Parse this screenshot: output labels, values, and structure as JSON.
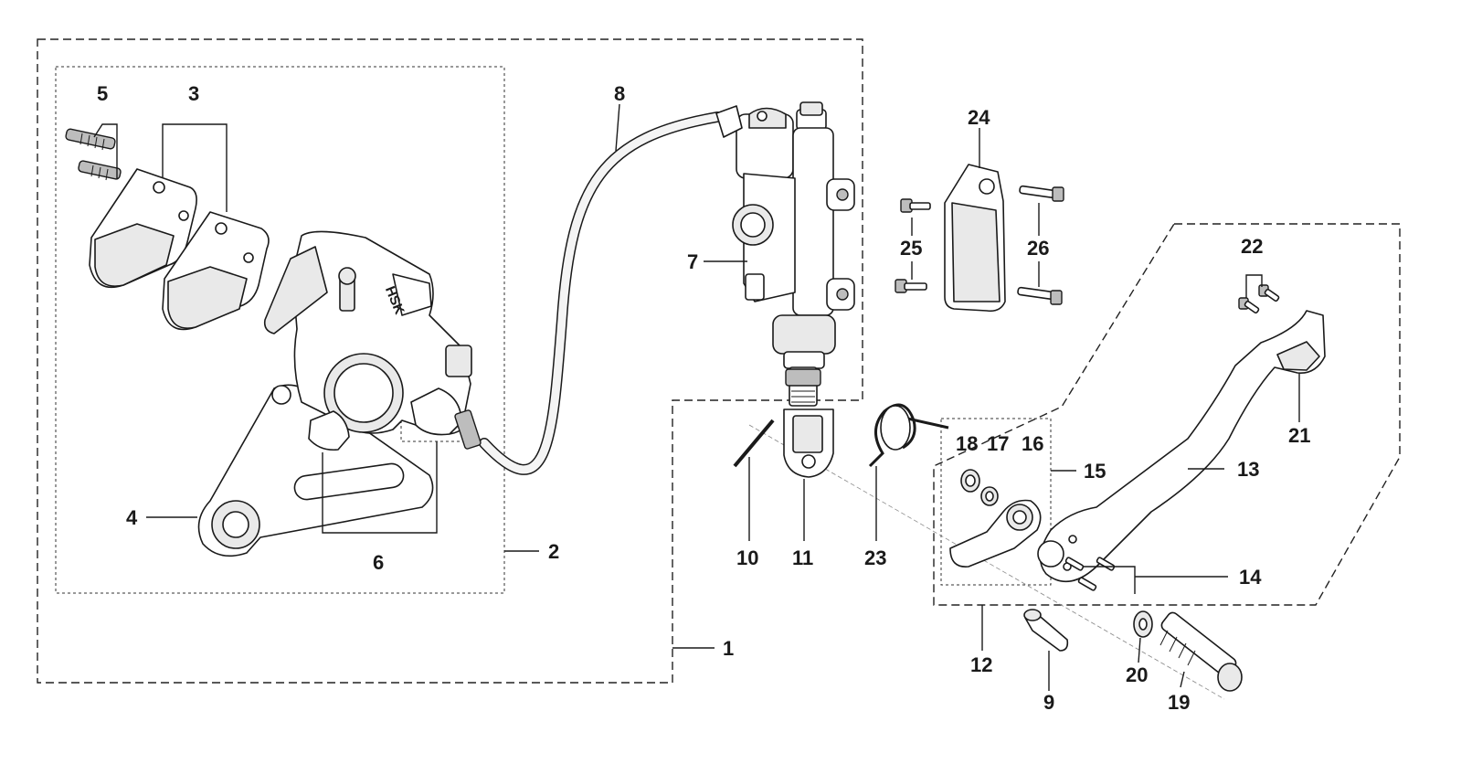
{
  "callouts": [
    {
      "id": "c1",
      "text": "1"
    },
    {
      "id": "c2",
      "text": "2"
    },
    {
      "id": "c3",
      "text": "3"
    },
    {
      "id": "c4",
      "text": "4"
    },
    {
      "id": "c5",
      "text": "5"
    },
    {
      "id": "c6",
      "text": "6"
    },
    {
      "id": "c7",
      "text": "7"
    },
    {
      "id": "c8",
      "text": "8"
    },
    {
      "id": "c9",
      "text": "9"
    },
    {
      "id": "c10",
      "text": "10"
    },
    {
      "id": "c11",
      "text": "11"
    },
    {
      "id": "c12",
      "text": "12"
    },
    {
      "id": "c13",
      "text": "13"
    },
    {
      "id": "c14",
      "text": "14"
    },
    {
      "id": "c15",
      "text": "15"
    },
    {
      "id": "c16",
      "text": "16"
    },
    {
      "id": "c17",
      "text": "17"
    },
    {
      "id": "c18",
      "text": "18"
    },
    {
      "id": "c19",
      "text": "19"
    },
    {
      "id": "c20",
      "text": "20"
    },
    {
      "id": "c21",
      "text": "21"
    },
    {
      "id": "c22",
      "text": "22"
    },
    {
      "id": "c23",
      "text": "23"
    },
    {
      "id": "c24",
      "text": "24"
    },
    {
      "id": "c25",
      "text": "25"
    },
    {
      "id": "c26",
      "text": "26"
    }
  ],
  "caliper_logo": "HSK"
}
